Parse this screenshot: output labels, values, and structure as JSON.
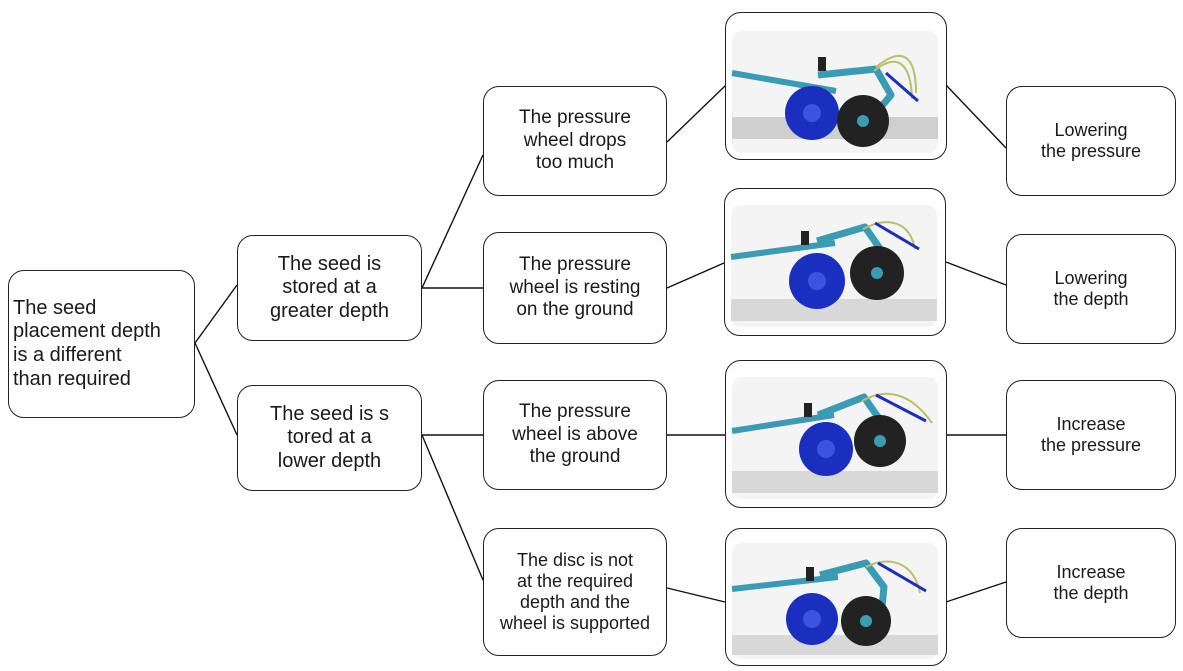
{
  "root": {
    "text": "The seed\nplacement depth\nis a different\nthan required"
  },
  "causes": [
    {
      "text": "The seed is\nstored at a\ngreater depth"
    },
    {
      "text": "The seed is s\ntored at a\nlower depth"
    }
  ],
  "conditions": [
    {
      "text": "The pressure\nwheel drops\ntoo much"
    },
    {
      "text": "The pressure\nwheel is resting\non the ground"
    },
    {
      "text": "The pressure\nwheel is above\nthe ground"
    },
    {
      "text": "The disc is not\nat the required\ndepth and the\nwheel is supported"
    }
  ],
  "illustrations": [
    {
      "icon": "seeder-section-illustration"
    },
    {
      "icon": "seeder-section-illustration"
    },
    {
      "icon": "seeder-section-illustration"
    },
    {
      "icon": "seeder-section-illustration"
    }
  ],
  "actions": [
    {
      "text": "Lowering\nthe pressure"
    },
    {
      "text": "Lowering\nthe depth"
    },
    {
      "text": "Increase\nthe pressure"
    },
    {
      "text": "Increase\nthe depth"
    }
  ],
  "colors": {
    "frame": "#3a9bb5",
    "disc": "#1a2fc0",
    "wheel": "#222222",
    "ground": "#c8c8c8",
    "hose": "#b8c06a"
  }
}
